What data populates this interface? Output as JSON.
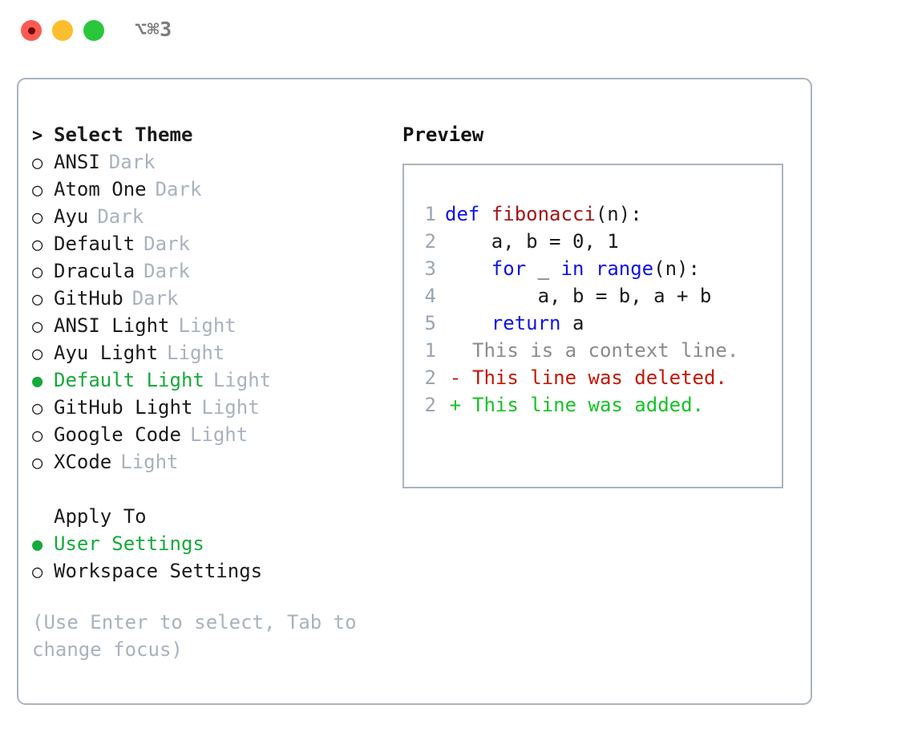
{
  "titlebar": {
    "traffic_lights": [
      "close",
      "minimize",
      "zoom"
    ],
    "shortcut": "⌥⌘3"
  },
  "theme_picker": {
    "header_marker": ">",
    "header_label": "Select Theme",
    "items": [
      {
        "marker": "○",
        "label": "ANSI",
        "suffix": "Dark",
        "selected": false
      },
      {
        "marker": "○",
        "label": "Atom One",
        "suffix": "Dark",
        "selected": false
      },
      {
        "marker": "○",
        "label": "Ayu",
        "suffix": "Dark",
        "selected": false
      },
      {
        "marker": "○",
        "label": "Default",
        "suffix": "Dark",
        "selected": false
      },
      {
        "marker": "○",
        "label": "Dracula",
        "suffix": "Dark",
        "selected": false
      },
      {
        "marker": "○",
        "label": "GitHub",
        "suffix": "Dark",
        "selected": false
      },
      {
        "marker": "○",
        "label": "ANSI Light",
        "suffix": "Light",
        "selected": false
      },
      {
        "marker": "○",
        "label": "Ayu Light",
        "suffix": "Light",
        "selected": false
      },
      {
        "marker": "●",
        "label": "Default Light",
        "suffix": "Light",
        "selected": true
      },
      {
        "marker": "○",
        "label": "GitHub Light",
        "suffix": "Light",
        "selected": false
      },
      {
        "marker": "○",
        "label": "Google Code",
        "suffix": "Light",
        "selected": false
      },
      {
        "marker": "○",
        "label": "XCode",
        "suffix": "Light",
        "selected": false
      }
    ]
  },
  "apply_to": {
    "title": "Apply To",
    "options": [
      {
        "marker": "●",
        "label": "User Settings",
        "selected": true
      },
      {
        "marker": "○",
        "label": "Workspace Settings",
        "selected": false
      }
    ]
  },
  "hint": "(Use Enter to select, Tab to change focus)",
  "preview": {
    "title": "Preview",
    "code_lines": [
      {
        "no": "1",
        "tokens": [
          {
            "t": "def",
            "c": "kw"
          },
          {
            "t": " ",
            "c": "pl"
          },
          {
            "t": "fibonacci",
            "c": "fn"
          },
          {
            "t": "(n):",
            "c": "pl"
          }
        ]
      },
      {
        "no": "2",
        "tokens": [
          {
            "t": "    a, b = 0, 1",
            "c": "pl"
          }
        ]
      },
      {
        "no": "3",
        "tokens": [
          {
            "t": "    ",
            "c": "pl"
          },
          {
            "t": "for",
            "c": "kw"
          },
          {
            "t": " _ ",
            "c": "pl"
          },
          {
            "t": "in",
            "c": "kw"
          },
          {
            "t": " ",
            "c": "pl"
          },
          {
            "t": "range",
            "c": "kw"
          },
          {
            "t": "(n):",
            "c": "pl"
          }
        ]
      },
      {
        "no": "4",
        "tokens": [
          {
            "t": "        a, b = b, a + b",
            "c": "pl"
          }
        ]
      },
      {
        "no": "5",
        "tokens": [
          {
            "t": "    ",
            "c": "pl"
          },
          {
            "t": "return",
            "c": "kw"
          },
          {
            "t": " a",
            "c": "pl"
          }
        ]
      }
    ],
    "diff_lines": [
      {
        "no": "1",
        "mark": " ",
        "text": "This is a context line.",
        "kind": "context"
      },
      {
        "no": "2",
        "mark": "-",
        "text": "This line was deleted.",
        "kind": "del"
      },
      {
        "no": "2",
        "mark": "+",
        "text": "This line was added.",
        "kind": "add"
      }
    ]
  },
  "colors": {
    "accent_green": "#17a93a",
    "muted": "#a9b2bd",
    "border": "#aab3bf",
    "keyword": "#0f12e8",
    "function": "#a31515",
    "diff_add": "#15c325",
    "diff_del": "#c21807"
  }
}
